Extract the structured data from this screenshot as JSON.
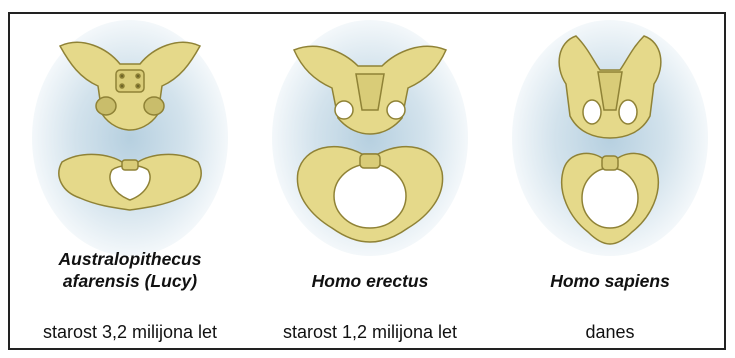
{
  "species": [
    {
      "line1": "Australopithecus",
      "line2": "afarensis (Lucy)",
      "age": "starost 3,2 milijona let"
    },
    {
      "line1": "",
      "line2": "Homo erectus",
      "age": "starost 1,2 milijona let"
    },
    {
      "line1": "",
      "line2": "Homo sapiens",
      "age": "danes"
    }
  ],
  "colors": {
    "bone": "#e5d98a",
    "bone_dark": "#9c8f3e",
    "background_glow": "#b8d0e0",
    "border": "#222222"
  },
  "icons": [
    "pelvis-top-view-icon",
    "pelvis-front-view-icon"
  ]
}
